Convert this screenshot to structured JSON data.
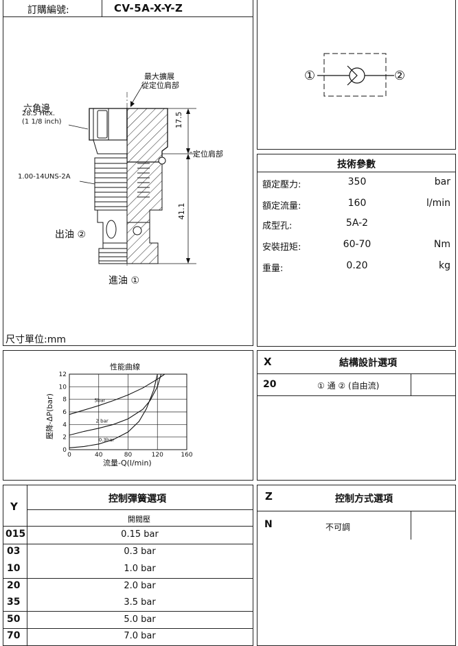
{
  "order": {
    "label": "訂購編號:",
    "code": "CV-5A-X-Y-Z"
  },
  "drawing": {
    "hex_label": "六角邊",
    "hex_size": "28.5 Hex.",
    "hex_inch": "(1 1/8 inch)",
    "thread": "1.00-14UNS-2A",
    "max_extend_1": "最大擴展",
    "max_extend_2": "從定位肩部",
    "locating_shoulder": "定位肩部",
    "dim_top": "17.5",
    "dim_main": "41.1",
    "outlet": "出油 ②",
    "inlet": "進油 ①",
    "unit": "尺寸單位:mm"
  },
  "symbol": {
    "port1": "①",
    "port2": "②"
  },
  "specs": {
    "title": "技術參數",
    "rows": [
      {
        "label": "額定壓力:",
        "value": "350",
        "unit": "bar"
      },
      {
        "label": "額定流量:",
        "value": "160",
        "unit": "l/min"
      },
      {
        "label": "成型孔:",
        "value": "5A-2",
        "unit": ""
      },
      {
        "label": "安裝扭矩:",
        "value": "60-70",
        "unit": "Nm"
      },
      {
        "label": "重量:",
        "value": "0.20",
        "unit": "kg"
      }
    ]
  },
  "chart_data": {
    "type": "line",
    "title": "性能曲線",
    "xlabel": "流量-Q(l/min)",
    "ylabel": "壓降-ΔP(bar)",
    "xlim": [
      0,
      160
    ],
    "ylim": [
      0,
      12
    ],
    "xticks": [
      0,
      40,
      80,
      120,
      160
    ],
    "yticks": [
      0,
      2,
      4,
      6,
      8,
      10,
      12
    ],
    "grid": true,
    "annotations": [
      "5bar",
      "2 bar",
      "0.3bar"
    ],
    "series": [
      {
        "name": "5bar",
        "x": [
          0,
          20,
          40,
          60,
          80,
          100,
          120,
          130
        ],
        "y": [
          5.6,
          6.3,
          7.0,
          7.8,
          8.7,
          9.8,
          11.2,
          12
        ]
      },
      {
        "name": "2 bar",
        "x": [
          0,
          20,
          40,
          60,
          80,
          100,
          110,
          120,
          125
        ],
        "y": [
          2.3,
          2.9,
          3.4,
          4.0,
          4.9,
          6.4,
          7.8,
          10.0,
          12
        ]
      },
      {
        "name": "0.3bar",
        "x": [
          0,
          20,
          40,
          60,
          80,
          95,
          105,
          115,
          120
        ],
        "y": [
          0.3,
          0.5,
          0.9,
          1.6,
          2.8,
          4.5,
          6.5,
          9.5,
          12
        ]
      }
    ]
  },
  "x_option": {
    "code_header": "X",
    "title": "結構設計選項",
    "rows": [
      {
        "code": "20",
        "desc": "① 通 ② (自由流)"
      }
    ]
  },
  "y_option": {
    "code_header": "Y",
    "title": "控制彈簧選項",
    "subheader": "開閥壓",
    "rows": [
      {
        "code": "015",
        "value": "0.15 bar"
      },
      {
        "code": "03",
        "value": "0.3 bar"
      },
      {
        "code": "10",
        "value": "1.0 bar"
      },
      {
        "code": "20",
        "value": "2.0 bar"
      },
      {
        "code": "35",
        "value": "3.5 bar"
      },
      {
        "code": "50",
        "value": "5.0 bar"
      },
      {
        "code": "70",
        "value": "7.0 bar"
      }
    ]
  },
  "z_option": {
    "code_header": "Z",
    "title": "控制方式選項",
    "rows": [
      {
        "code": "N",
        "desc": "不可調"
      }
    ]
  }
}
